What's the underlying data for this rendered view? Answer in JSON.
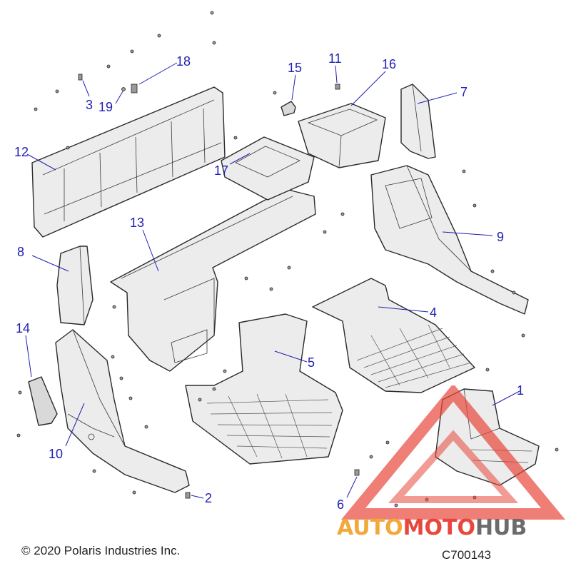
{
  "diagram": {
    "callouts": [
      {
        "id": "c1",
        "label": "1"
      },
      {
        "id": "c2",
        "label": "2"
      },
      {
        "id": "c3",
        "label": "3"
      },
      {
        "id": "c4",
        "label": "4"
      },
      {
        "id": "c5",
        "label": "5"
      },
      {
        "id": "c6",
        "label": "6"
      },
      {
        "id": "c7",
        "label": "7"
      },
      {
        "id": "c8",
        "label": "8"
      },
      {
        "id": "c9",
        "label": "9"
      },
      {
        "id": "c10",
        "label": "10"
      },
      {
        "id": "c11",
        "label": "11"
      },
      {
        "id": "c12",
        "label": "12"
      },
      {
        "id": "c13",
        "label": "13"
      },
      {
        "id": "c14",
        "label": "14"
      },
      {
        "id": "c15",
        "label": "15"
      },
      {
        "id": "c16",
        "label": "16"
      },
      {
        "id": "c17",
        "label": "17"
      },
      {
        "id": "c18",
        "label": "18"
      },
      {
        "id": "c19",
        "label": "19"
      }
    ],
    "callout_color": "#1f1fb0"
  },
  "footer": {
    "copyright": "© 2020 Polaris Industries Inc.",
    "drawing_id": "C700143"
  },
  "watermark": {
    "part1": "AUTO",
    "part2": "MOTO",
    "part3": "HUB",
    "colors": {
      "auto": "#f2a93b",
      "moto": "#e8473c",
      "hub": "#6b6b6b",
      "triangle": "#e8473c"
    }
  }
}
